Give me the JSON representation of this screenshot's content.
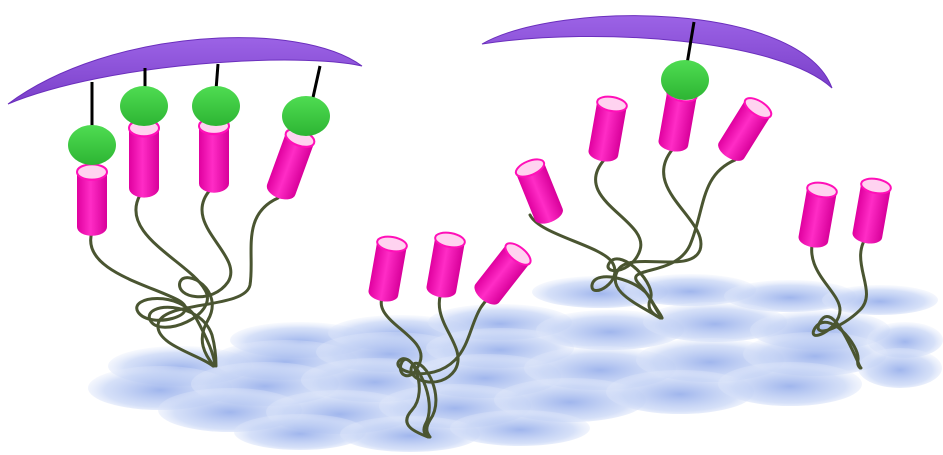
{
  "colors": {
    "background": "#ffffff",
    "membrane": "#8a4fd8",
    "receptor_cap": "#35c93b",
    "cylinder": "#ff10b8",
    "cylinder_top": "#ffd3f0",
    "tether": "#4a5531",
    "stalk": "#000000",
    "surface_tile": "#c8d6f6",
    "surface_core": "#9bb2ec"
  },
  "icons": {
    "membrane": "curved-membrane-icon",
    "receptor": "green-receptor-icon",
    "linker": "pink-cylinder-icon",
    "tether": "tether-coil-icon",
    "surface": "surface-matrix-icon"
  },
  "groups": [
    {
      "name": "group-bound-left",
      "bound_count": 4,
      "linker_count": 4
    },
    {
      "name": "group-free-middle",
      "bound_count": 0,
      "linker_count": 3
    },
    {
      "name": "group-bound-right",
      "bound_count": 1,
      "linker_count": 4
    },
    {
      "name": "group-free-right",
      "bound_count": 0,
      "linker_count": 2
    }
  ]
}
